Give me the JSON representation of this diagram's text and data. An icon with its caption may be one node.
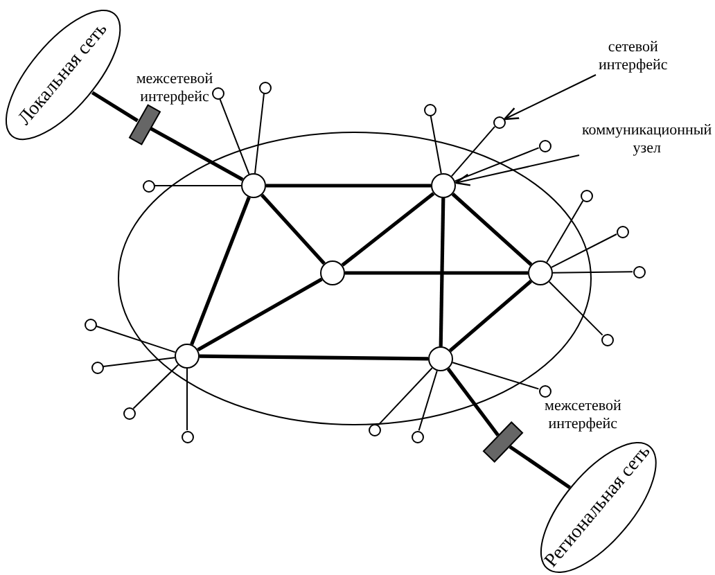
{
  "diagram": {
    "nodes": [
      {
        "text": [
          "Локальная сеть"
        ]
      },
      {
        "text": [],
        "shape": "box",
        "beside": [
          "межсетевой интерфейс"
        ]
      },
      {
        "text": [
          "сетевой интерфейс"
        ]
      },
      {
        "text": [
          "коммуникационный узел"
        ]
      },
      {
        "text": [],
        "shape": "ellipse"
      },
      {
        "text": [],
        "shape": "circle",
        "in": 4
      },
      {
        "text": [],
        "shape": "circle",
        "in": 4
      },
      {
        "text": [],
        "shape": "circle",
        "in": 4
      },
      {
        "text": [],
        "shape": "circle",
        "in": 4
      },
      {
        "text": [],
        "shape": "circle",
        "in": 4
      },
      {
        "text": [],
        "shape": "circle",
        "in": 4
      },
      {
        "text": [],
        "shape": "circle"
      },
      {
        "text": [],
        "shape": "circle"
      },
      {
        "text": [],
        "shape": "circle"
      },
      {
        "text": [],
        "shape": "circle"
      },
      {
        "text": [],
        "shape": "circle"
      },
      {
        "text": [],
        "shape": "circle"
      },
      {
        "text": [],
        "shape": "circle"
      },
      {
        "text": [],
        "shape": "circle"
      },
      {
        "text": [],
        "shape": "circle"
      },
      {
        "text": [],
        "shape": "circle"
      },
      {
        "text": [],
        "shape": "circle"
      },
      {
        "text": [],
        "shape": "circle"
      },
      {
        "text": [],
        "shape": "circle"
      },
      {
        "text": [],
        "shape": "circle"
      },
      {
        "text": [],
        "shape": "circle"
      },
      {
        "text": [],
        "shape": "circle"
      },
      {
        "text": [],
        "shape": "circle"
      },
      {
        "text": [],
        "shape": "box"
      },
      {
        "text": [
          "Региональная сеть"
        ]
      }
    ],
    "edges": [
      {
        "from": 0,
        "to": 1,
        "arrow": "none",
        "style": "thick"
      },
      {
        "from": 1,
        "to": 5,
        "arrow": "none",
        "style": "thick"
      },
      {
        "from": 5,
        "to": 6,
        "arrow": "none",
        "style": "thick"
      },
      {
        "from": 5,
        "to": 7,
        "arrow": "none",
        "style": "thick"
      },
      {
        "from": 5,
        "to": 9,
        "arrow": "none",
        "style": "thick"
      },
      {
        "from": 6,
        "to": 7,
        "arrow": "none",
        "style": "thick"
      },
      {
        "from": 6,
        "to": 8,
        "arrow": "none",
        "style": "thick"
      },
      {
        "from": 6,
        "to": 10,
        "arrow": "none",
        "style": "thick"
      },
      {
        "from": 7,
        "to": 8,
        "arrow": "none",
        "style": "thick"
      },
      {
        "from": 9,
        "to": 7,
        "arrow": "none",
        "style": "thick"
      },
      {
        "from": 9,
        "to": 10,
        "arrow": "none",
        "style": "thick"
      },
      {
        "from": 10,
        "to": 8,
        "arrow": "none",
        "style": "thick"
      },
      {
        "from": 5,
        "to": 11,
        "arrow": "none"
      },
      {
        "from": 5,
        "to": 12,
        "arrow": "none"
      },
      {
        "from": 6,
        "to": 13,
        "arrow": "none"
      },
      {
        "from": 6,
        "to": 14,
        "arrow": "none"
      },
      {
        "from": 6,
        "to": 15,
        "arrow": "none"
      },
      {
        "from": 5,
        "to": 16,
        "arrow": "none"
      },
      {
        "from": 8,
        "to": 17,
        "arrow": "none"
      },
      {
        "from": 8,
        "to": 18,
        "arrow": "none"
      },
      {
        "from": 8,
        "to": 19,
        "arrow": "none"
      },
      {
        "from": 9,
        "to": 20,
        "arrow": "none"
      },
      {
        "from": 8,
        "to": 21,
        "arrow": "none"
      },
      {
        "from": 9,
        "to": 22,
        "arrow": "none"
      },
      {
        "from": 10,
        "to": 23,
        "arrow": "none"
      },
      {
        "from": 9,
        "to": 24,
        "arrow": "none"
      },
      {
        "from": 10,
        "to": 25,
        "arrow": "none"
      },
      {
        "from": 9,
        "to": 26,
        "arrow": "none"
      },
      {
        "from": 10,
        "to": 27,
        "arrow": "none"
      },
      {
        "from": 10,
        "to": 28,
        "arrow": "none",
        "style": "thick"
      },
      {
        "from": 28,
        "to": 29,
        "arrow": "none",
        "style": "thick"
      },
      {
        "from": 2,
        "to": 14,
        "arrow": "to"
      },
      {
        "from": 3,
        "to": 6,
        "arrow": "to"
      }
    ],
    "labels": [
      "межсетевой интерфейс"
    ]
  }
}
